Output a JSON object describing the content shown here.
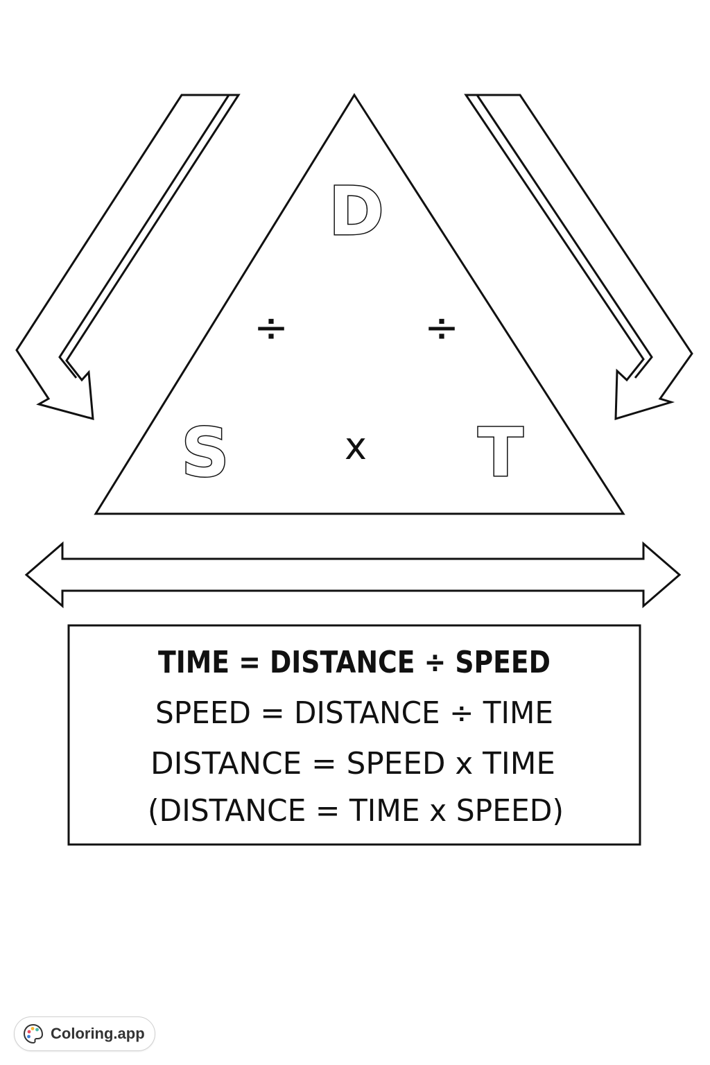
{
  "diagram": {
    "top_letter": "D",
    "left_letter": "S",
    "right_letter": "T",
    "left_operator": "÷",
    "right_operator": "÷",
    "bottom_operator": "x"
  },
  "formulas": [
    "TIME = DISTANCE ÷ SPEED",
    "SPEED = DISTANCE ÷ TIME",
    "DISTANCE = SPEED x TIME",
    "(DISTANCE = TIME x SPEED)"
  ],
  "badge": {
    "label": "Coloring.app",
    "icon": "palette-icon"
  },
  "colors": {
    "line": "#111111",
    "background": "#ffffff"
  }
}
